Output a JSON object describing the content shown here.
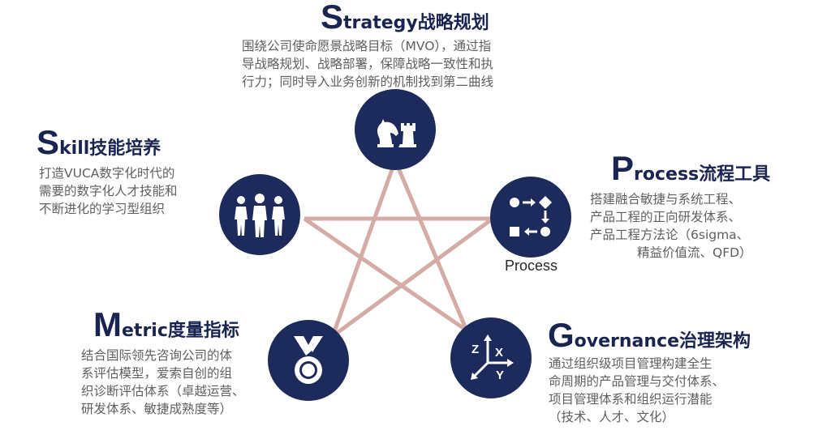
{
  "colors": {
    "accent": "#1d2b5c",
    "star_line": "#d4aba5",
    "text": "#5f5f5f"
  },
  "strategy": {
    "initial": "S",
    "title_rest": "trategy战略规划",
    "desc": [
      "围绕公司使命愿景战略目标（MVO），通过指",
      "导战略规划、战略部署，保障战略一致性和执",
      "行力；同时导入业务创新的机制找到第二曲线"
    ],
    "icon": "chess-pieces-icon"
  },
  "skill": {
    "initial": "S",
    "title_rest": "kill技能培养",
    "desc": [
      "打造VUCA数字化时代的",
      "需要的数字化人才技能和",
      "不断进化的学习型组织"
    ],
    "icon": "people-group-icon"
  },
  "process": {
    "initial": "P",
    "title_rest": "rocess流程工具",
    "desc": [
      "搭建融合敏捷与系统工程、",
      "产品工程的正向研发体系、",
      "产品工程方法论（6sigma、",
      "精益价值流、QFD）"
    ],
    "icon": "process-flow-icon",
    "caption": "Process"
  },
  "metric": {
    "initial": "M",
    "title_rest": "etric度量指标",
    "desc": [
      "结合国际领先咨询公司的体",
      "系评估模型，爱索自创的组",
      "织诊断评估体系（卓越运营、",
      "研发体系、敏捷成熟度等）"
    ],
    "icon": "medal-icon"
  },
  "governance": {
    "initial": "G",
    "title_rest": "overnance治理架构",
    "desc": [
      "通过组织级项目管理构建全生",
      "命周期的产品管理与交付体系、",
      "项目管理体系和组织运行潜能",
      "（技术、人才、文化）"
    ],
    "icon": "xyz-axes-icon",
    "axis_labels": [
      "Z",
      "X",
      "Y"
    ]
  }
}
